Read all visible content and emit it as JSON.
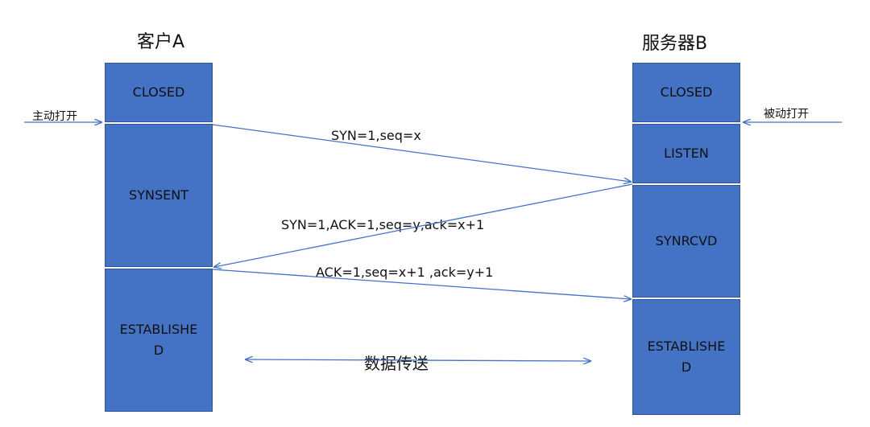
{
  "client": {
    "title": "客户A",
    "states": [
      "CLOSED",
      "SYNSENT",
      "ESTABLISHE\nD"
    ]
  },
  "server": {
    "title": "服务器B",
    "states": [
      "CLOSED",
      "LISTEN",
      "SYNRCVD",
      "ESTABLISHE\nD"
    ]
  },
  "side_labels": {
    "active_open": "主动打开",
    "passive_open": "被动打开"
  },
  "messages": {
    "syn": "SYN=1,seq=x",
    "syn_ack": "SYN=1,ACK=1,seq=y,ack=x+1",
    "ack": "ACK=1,seq=x+1 ,ack=y+1"
  },
  "data_transfer": "数据传送",
  "colors": {
    "state_fill": "#4472c4",
    "line": "#4472c4"
  }
}
